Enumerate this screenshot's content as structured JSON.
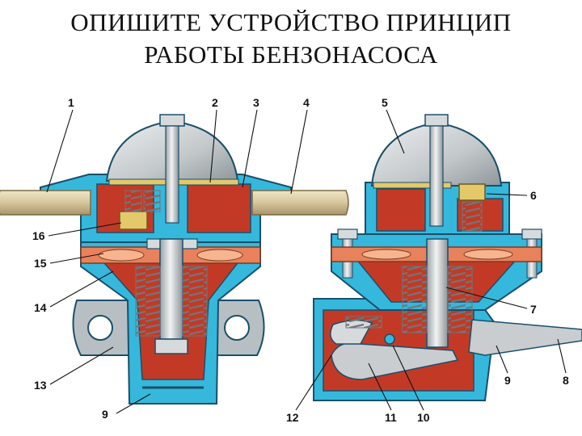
{
  "title": {
    "line1": "ОПИШИТЕ УСТРОЙСТВО ПРИНЦИП",
    "line2": "РАБОТЫ БЕНЗОНАСОСА"
  },
  "callouts": {
    "n1": "1",
    "n2": "2",
    "n3": "3",
    "n4": "4",
    "n5": "5",
    "n6": "6",
    "n7": "7",
    "n8": "8",
    "n9a": "9",
    "n9b": "9",
    "n10": "10",
    "n11": "11",
    "n12": "12",
    "n13": "13",
    "n14": "14",
    "n15": "15",
    "n16": "16"
  },
  "colors": {
    "body_blue": "#35b8dc",
    "outline": "#1a4f6a",
    "chamber_red": "#c23a26",
    "dome_grey": "#bfc4c6",
    "metal_light": "#e4e6e8",
    "diaphragm_orange": "#e8825c",
    "spring_grey": "#9aa2a6",
    "pipe_tan": "#d6c69c",
    "valve_yellow": "#e3c96a",
    "background": "#ffffff"
  }
}
